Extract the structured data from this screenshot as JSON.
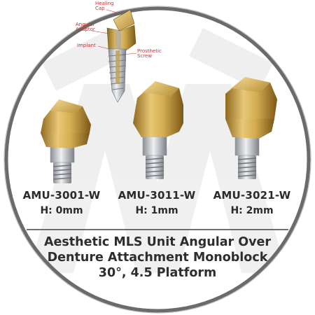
{
  "diagram": {
    "labels": {
      "healing_cap": "Healing Cap",
      "angular_adaptor": "Angular Adaptor",
      "implant": "Implant",
      "prosthetic_screw": "Prosthetic Screw"
    }
  },
  "products": [
    {
      "code": "AMU-3001-W",
      "height": "H: 0mm"
    },
    {
      "code": "AMU-3011-W",
      "height": "H: 1mm"
    },
    {
      "code": "AMU-3021-W",
      "height": "H: 2mm"
    }
  ],
  "title": {
    "line1": "Aesthetic MLS Unit Angular Over",
    "line2": "Denture Attachment Monoblock",
    "line3": "30°, 4.5 Platform"
  },
  "colors": {
    "gold": "#d4ad52",
    "ring": "#6b6b6b",
    "text": "#2b2b2b",
    "accent": "#cc3333"
  }
}
